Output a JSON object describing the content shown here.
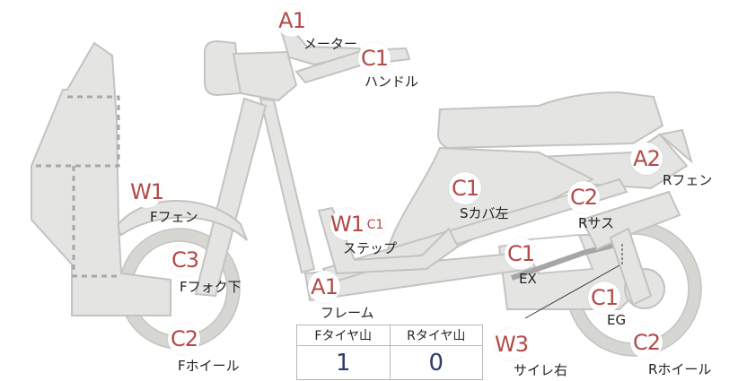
{
  "parts": [
    {
      "key": "meter",
      "grade": "A1",
      "name": "メーター"
    },
    {
      "key": "handle",
      "grade": "C1",
      "name": "ハンドル"
    },
    {
      "key": "front-fender",
      "grade": "W1",
      "name": "Fフェン"
    },
    {
      "key": "front-fork",
      "grade": "C3",
      "name": "Fフォク下"
    },
    {
      "key": "front-wheel",
      "grade": "C2",
      "name": "Fホイール"
    },
    {
      "key": "step",
      "grade": "W1",
      "name": "ステップ"
    },
    {
      "key": "step-sub",
      "grade": "C1",
      "name": ""
    },
    {
      "key": "side-cover-left",
      "grade": "C1",
      "name": "Sカバ左"
    },
    {
      "key": "frame",
      "grade": "A1",
      "name": "フレーム"
    },
    {
      "key": "exhaust",
      "grade": "C1",
      "name": "EX"
    },
    {
      "key": "rear-suspension",
      "grade": "C2",
      "name": "Rサス"
    },
    {
      "key": "rear-fender",
      "grade": "A2",
      "name": "Rフェン"
    },
    {
      "key": "engine",
      "grade": "C1",
      "name": "EG"
    },
    {
      "key": "rear-wheel",
      "grade": "C2",
      "name": "Rホイール"
    },
    {
      "key": "muffler-right",
      "grade": "W3",
      "name": "サイレ右"
    }
  ],
  "tire_table": {
    "headers": [
      "Fタイヤ山",
      "Rタイヤ山"
    ],
    "values": [
      "1",
      "0"
    ]
  },
  "colors": {
    "grade_text": "#b24a48",
    "part_fill": "#e4e4e2",
    "part_stroke": "#c3c3c0",
    "tire_value": "#2c3d6e"
  }
}
